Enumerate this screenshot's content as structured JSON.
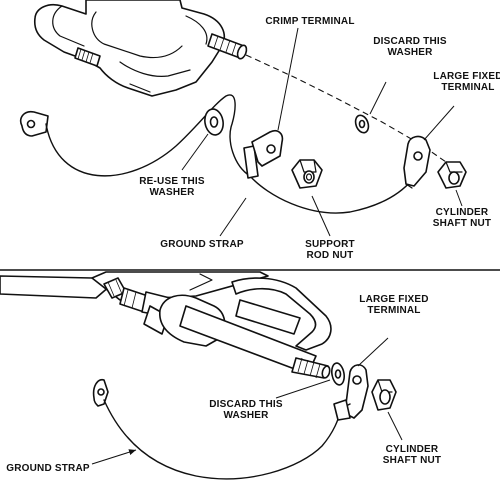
{
  "top_panel": {
    "labels": {
      "crimp_terminal": [
        "CRIMP TERMINAL"
      ],
      "discard_washer": [
        "DISCARD THIS",
        "WASHER"
      ],
      "large_fixed_terminal": [
        "LARGE FIXED",
        "TERMINAL"
      ],
      "reuse_washer": [
        "RE-USE THIS",
        "WASHER"
      ],
      "ground_strap": [
        "GROUND STRAP"
      ],
      "support_rod_nut": [
        "SUPPORT",
        "ROD NUT"
      ],
      "cylinder_shaft_nut": [
        "CYLINDER",
        "SHAFT NUT"
      ]
    }
  },
  "bottom_panel": {
    "labels": {
      "large_fixed_terminal": [
        "LARGE FIXED",
        "TERMINAL"
      ],
      "discard_washer": [
        "DISCARD THIS",
        "WASHER"
      ],
      "ground_strap": [
        "GROUND STRAP"
      ],
      "cylinder_shaft_nut": [
        "CYLINDER",
        "SHAFT NUT"
      ]
    }
  },
  "colors": {
    "ink": "#111111",
    "paper": "#ffffff"
  }
}
